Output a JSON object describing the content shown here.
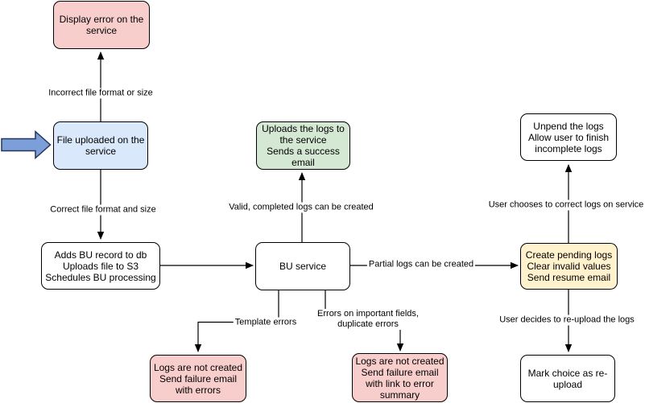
{
  "colors": {
    "red_fill": "#F8CECC",
    "blue_fill": "#DAE8FC",
    "green_fill": "#D5E8D4",
    "yellow_fill": "#FFF2CC",
    "white_fill": "#FFFFFF",
    "node_border": "#000000",
    "line": "#000000",
    "arrow_fill": "#7C9ED9",
    "arrow_border": "#24365C"
  },
  "nodes": {
    "display_error": "Display error on the\nservice",
    "file_uploaded": "File uploaded on the\nservice",
    "adds_bu": "Adds BU record to db\nUploads file to S3\nSchedules BU processing",
    "bu_service": "BU service",
    "upload_success": "Uploads the logs to\nthe service\nSends a success\nemail",
    "unpend": "Unpend the logs\nAllow user to finish\nincomplete logs",
    "create_pending": "Create pending logs\nClear invalid values\nSend resume email",
    "mark_reupload": "Mark choice as re-\nupload",
    "fail_errors": "Logs are not created\nSend failure email\nwith errors",
    "fail_summary": "Logs are not created\nSend failure email\nwith link to error\nsummary"
  },
  "edge_labels": {
    "incorrect": "Incorrect file format or size",
    "correct": "Correct file format and size",
    "valid": "Valid, completed logs can be created",
    "partial": "Partial logs can be created",
    "template": "Template errors",
    "important": "Errors on important fields,\nduplicate errors",
    "choose": "User chooses to correct logs on service",
    "reupload": "User decides to re-upload the logs"
  },
  "icons": {
    "start_arrow": "thick-right-arrow"
  }
}
